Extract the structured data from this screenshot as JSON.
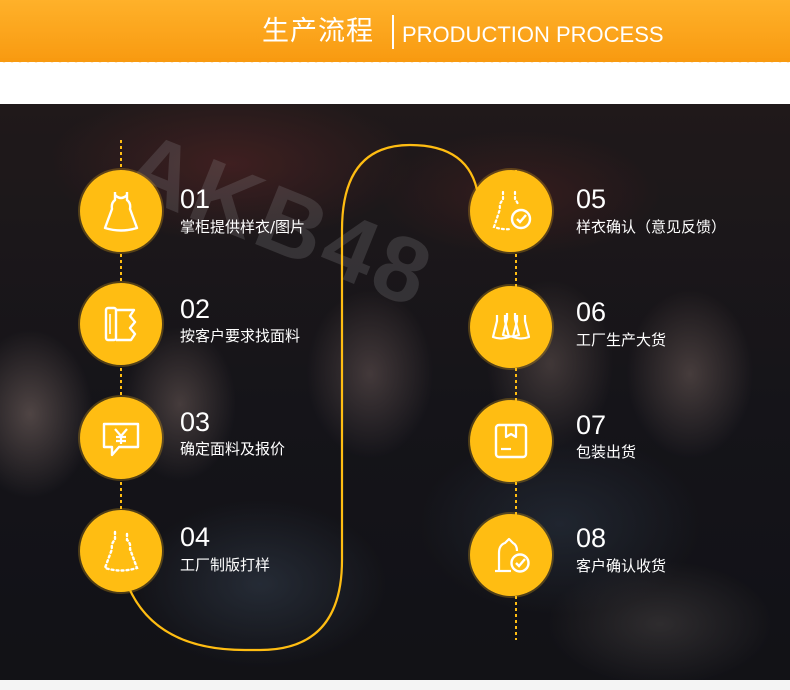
{
  "banner": {
    "title_cn": "生产流程",
    "title_en": "PRODUCTION PROCESS"
  },
  "background": {
    "logo_text": "AKB48"
  },
  "colors": {
    "banner": "#f89a10",
    "accent": "#ffbd12",
    "text": "#ffffff"
  },
  "steps": [
    {
      "number": "01",
      "label": "掌柜提供样衣/图片",
      "icon": "dress-icon"
    },
    {
      "number": "02",
      "label": "按客户要求找面料",
      "icon": "fabric-roll-icon"
    },
    {
      "number": "03",
      "label": "确定面料及报价",
      "icon": "price-yen-icon"
    },
    {
      "number": "04",
      "label": "工厂制版打样",
      "icon": "dotted-dress-icon"
    },
    {
      "number": "05",
      "label": "样衣确认（意见反馈）",
      "icon": "dress-check-icon"
    },
    {
      "number": "06",
      "label": "工厂生产大货",
      "icon": "bulk-production-icon"
    },
    {
      "number": "07",
      "label": "包装出货",
      "icon": "package-icon"
    },
    {
      "number": "08",
      "label": "客户确认收货",
      "icon": "receive-check-icon"
    }
  ]
}
